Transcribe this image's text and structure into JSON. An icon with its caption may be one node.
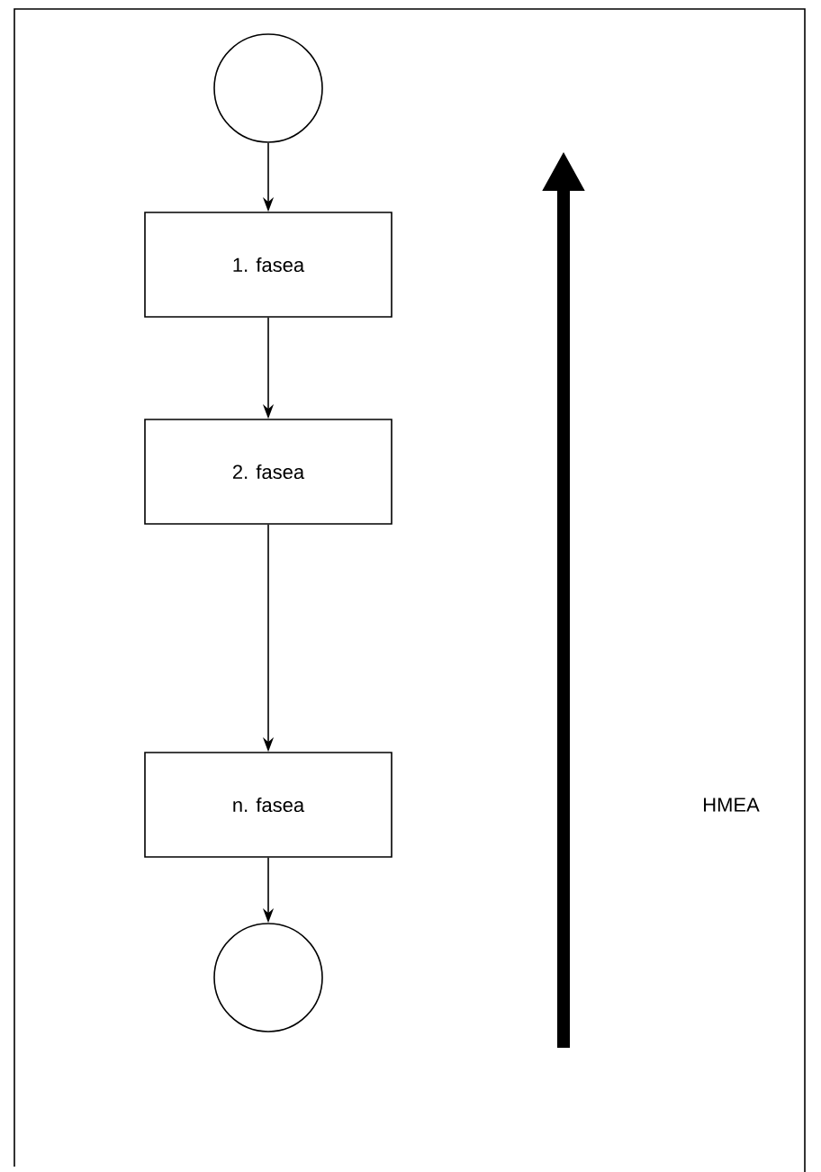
{
  "diagram": {
    "nodes": [
      {
        "text": [],
        "shape": "circle"
      },
      {
        "text": [
          "1. fasea"
        ]
      },
      {
        "text": [
          "2. fasea"
        ]
      },
      {
        "text": [
          "n. fasea"
        ]
      },
      {
        "text": [],
        "shape": "circle"
      }
    ],
    "edges": [
      {
        "from": 0,
        "to": 1,
        "arrow": "to"
      },
      {
        "from": 1,
        "to": 2,
        "arrow": "to"
      },
      {
        "from": 2,
        "to": 3,
        "arrow": "to"
      },
      {
        "from": 3,
        "to": 4,
        "arrow": "to"
      }
    ],
    "labels": [
      "HMEA"
    ]
  }
}
